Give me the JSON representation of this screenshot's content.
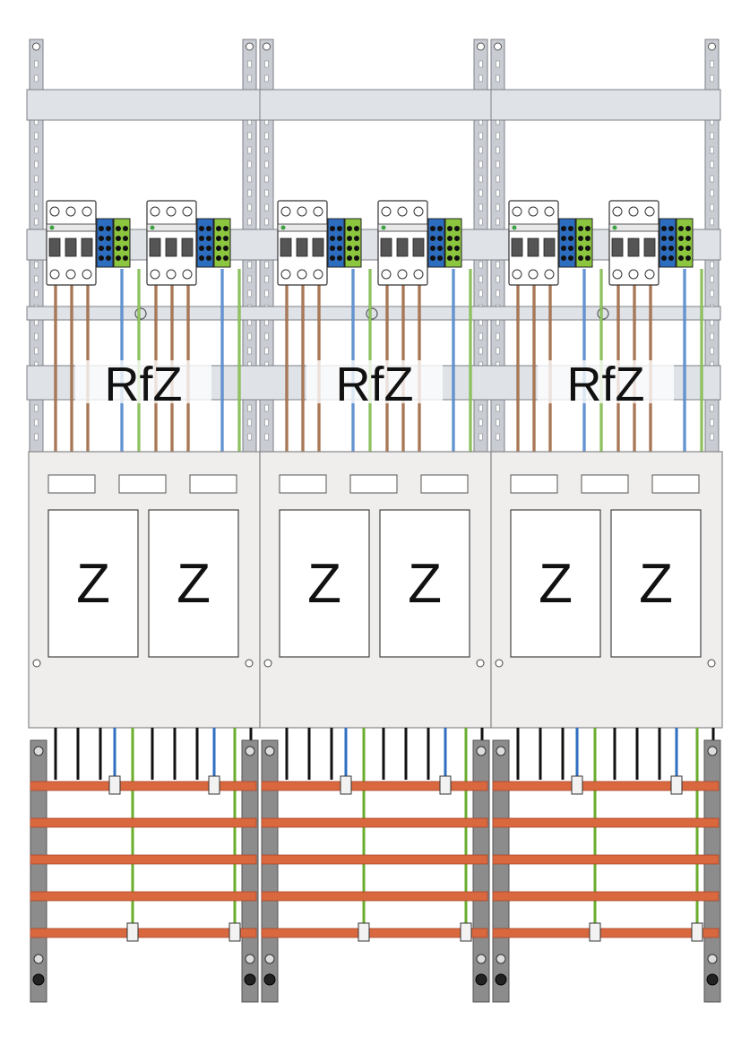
{
  "diagram": {
    "fields": [
      {
        "rfz_label": "RfZ",
        "meters": [
          "Z",
          "Z"
        ]
      },
      {
        "rfz_label": "RfZ",
        "meters": [
          "Z",
          "Z"
        ]
      },
      {
        "rfz_label": "RfZ",
        "meters": [
          "Z",
          "Z"
        ]
      }
    ],
    "colors": {
      "frame": "#c9ccd2",
      "rail": "#dfe2e7",
      "panel": "#efeeec",
      "phase_brown": "#8b4a1e",
      "neutral_blue": "#2f6fc1",
      "earth_green": "#6aad2c",
      "terminal_blue": "#2d6dc0",
      "terminal_green": "#8cc63f",
      "busbar": "#d9683f",
      "cable_black": "#111111",
      "grey_bar": "#8c8c8c"
    }
  }
}
